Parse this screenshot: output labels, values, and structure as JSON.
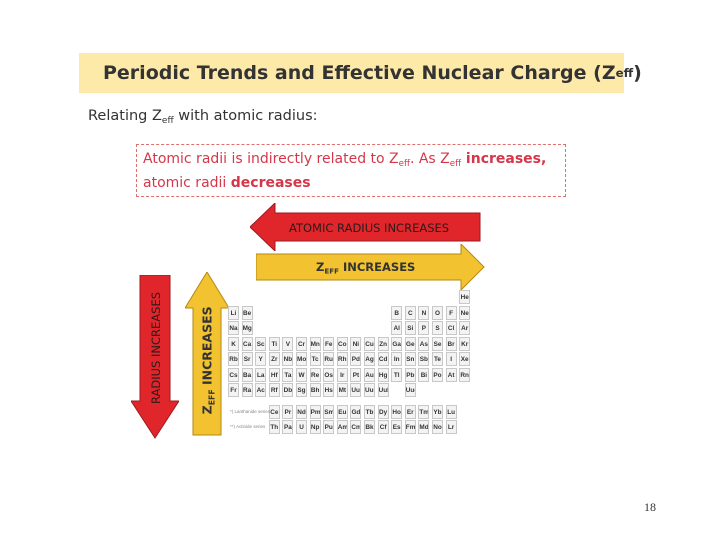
{
  "slide": {
    "title_main": "Periodic Trends and Effective Nuclear Charge (Z",
    "title_sub": "eff",
    "title_end": ")",
    "lead_main": "Relating Z",
    "lead_sub": "eff",
    "lead_end": " with atomic radius:",
    "callout": {
      "p1": "Atomic radii is indirectly related to Z",
      "p1_sub": "eff",
      "p2": ".  As Z",
      "p2_sub": "eff",
      "p3_bold": " increases,",
      "p4": "atomic radii ",
      "p5_bold": "decreases"
    },
    "arrows": {
      "atomic_radius": "ATOMIC RADIUS INCREASES",
      "zeff_main": "Z",
      "zeff_sub": "EFF",
      "zeff_end": " INCREASES",
      "radius_vertical": "RADIUS INCREASES",
      "zeff_vertical_main": "Z",
      "zeff_vertical_sub": "EFF",
      "zeff_vertical_end": " INCREASES"
    },
    "colors": {
      "title_bg": "#fde9a8",
      "red": "#e0252b",
      "yellow": "#f2c230",
      "callout_text": "#d4374a"
    },
    "page_number": "18",
    "periodic_table": {
      "rows": [
        [
          "",
          "",
          "",
          "",
          "",
          "",
          "",
          "",
          "",
          "",
          "",
          "",
          "",
          "",
          "",
          "",
          "",
          "He"
        ],
        [
          "Li",
          "Be",
          "",
          "",
          "",
          "",
          "",
          "",
          "",
          "",
          "",
          "",
          "B",
          "C",
          "N",
          "O",
          "F",
          "Ne"
        ],
        [
          "Na",
          "Mg",
          "",
          "",
          "",
          "",
          "",
          "",
          "",
          "",
          "",
          "",
          "Al",
          "Si",
          "P",
          "S",
          "Cl",
          "Ar"
        ],
        [
          "K",
          "Ca",
          "Sc",
          "Ti",
          "V",
          "Cr",
          "Mn",
          "Fe",
          "Co",
          "Ni",
          "Cu",
          "Zn",
          "Ga",
          "Ge",
          "As",
          "Se",
          "Br",
          "Kr"
        ],
        [
          "Rb",
          "Sr",
          "Y",
          "Zr",
          "Nb",
          "Mo",
          "Tc",
          "Ru",
          "Rh",
          "Pd",
          "Ag",
          "Cd",
          "In",
          "Sn",
          "Sb",
          "Te",
          "I",
          "Xe"
        ],
        [
          "Cs",
          "Ba",
          "La",
          "Hf",
          "Ta",
          "W",
          "Re",
          "Os",
          "Ir",
          "Pt",
          "Au",
          "Hg",
          "Tl",
          "Pb",
          "Bi",
          "Po",
          "At",
          "Rn"
        ],
        [
          "Fr",
          "Ra",
          "Ac",
          "Rf",
          "Db",
          "Sg",
          "Bh",
          "Hs",
          "Mt",
          "Uun",
          "Uuu",
          "Uub",
          "",
          "Uuq",
          "",
          "",
          "",
          ""
        ]
      ],
      "lanthanide_label": "*) Lanthanide series",
      "actinide_label": "**) Actinide series",
      "lanthanides": [
        "Ce",
        "Pr",
        "Nd",
        "Pm",
        "Sm",
        "Eu",
        "Gd",
        "Tb",
        "Dy",
        "Ho",
        "Er",
        "Tm",
        "Yb",
        "Lu"
      ],
      "actinides": [
        "Th",
        "Pa",
        "U",
        "Np",
        "Pu",
        "Am",
        "Cm",
        "Bk",
        "Cf",
        "Es",
        "Fm",
        "Md",
        "No",
        "Lr"
      ]
    }
  }
}
